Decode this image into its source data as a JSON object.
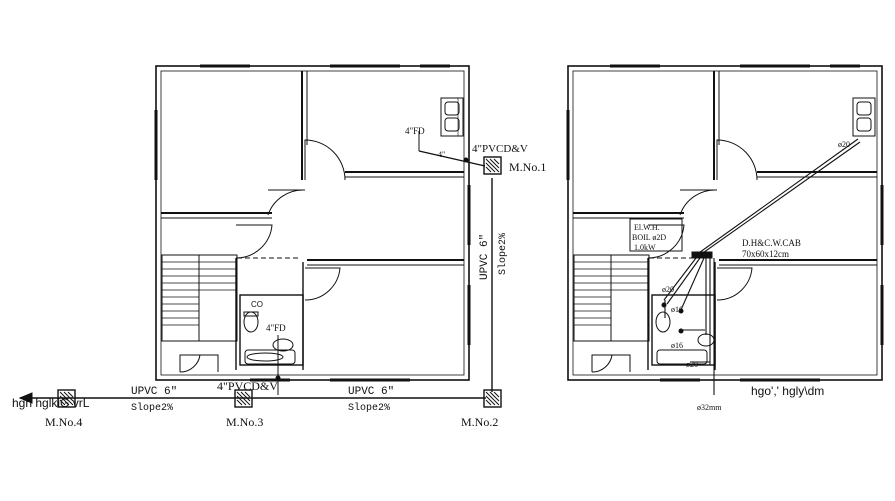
{
  "left_plan": {
    "floor_drain_top": "4\"FD",
    "pipe_size_small": "4\"",
    "pvc_vent_top": "4\"PVCD&V",
    "manhole_1": "M.No.1",
    "riser_pipe": "UPVC 6\"",
    "riser_slope": "Slope2%",
    "co_label": "CO",
    "fd_bath": "4\"FD",
    "pvc_vent_bottom": "4\"PVCD&V",
    "drain_left_pipe": "UPVC 6\"",
    "drain_left_slope": "Slope2%",
    "drain_right_pipe": "UPVC 6\"",
    "drain_right_slope": "Slope2%",
    "manhole_2": "M.No.2",
    "manhole_3": "M.No.3",
    "manhole_4": "M.No.4",
    "garbled_note": "hgn  hglkiG  vrL"
  },
  "right_plan": {
    "pipe_20_top": "ø20",
    "ewh_line1": "El.W.H.",
    "ewh_line2": "BOIL ø2D",
    "ewh_line3": "1.0kW",
    "cab_line1": "D.H&C.W.CAB",
    "cab_line2": "70x60x12cm",
    "pipe_20_mid": "ø20",
    "pipe_16_a": "ø16",
    "pipe_16_b": "ø16",
    "pipe_20_bottom": "ø20",
    "garbled_caption": "hgo',' hgly\\dm",
    "main_pipe": "ø32mm"
  }
}
